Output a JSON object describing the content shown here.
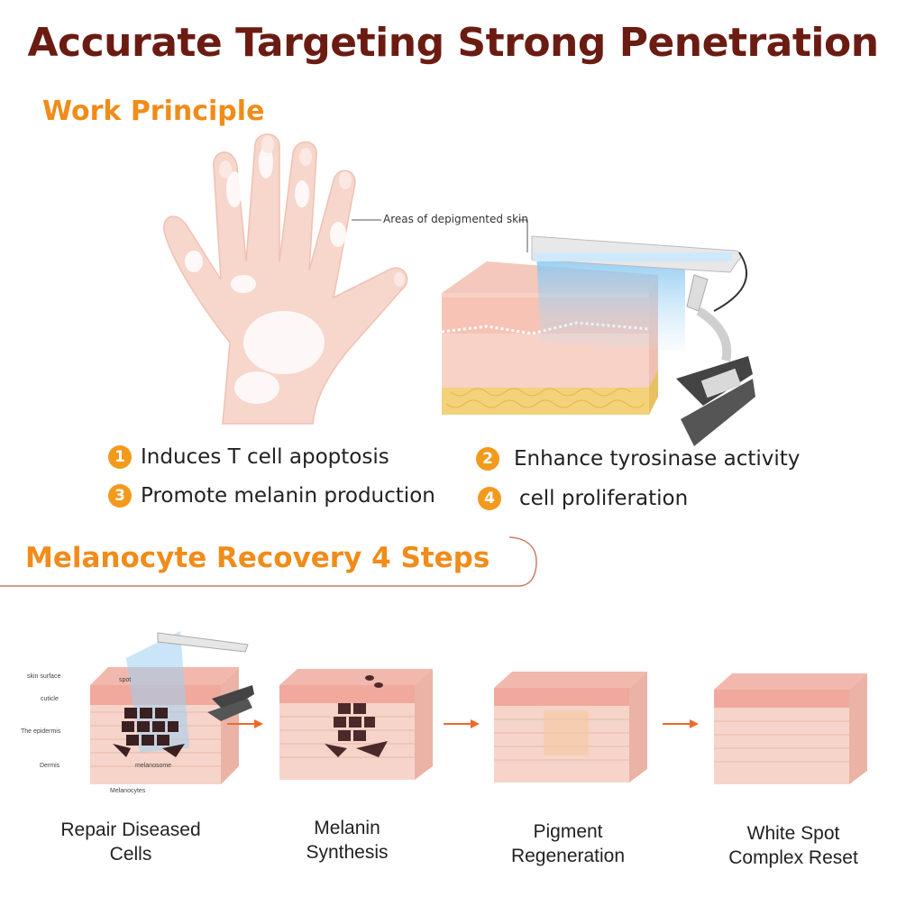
{
  "headline": "Accurate Targeting  Strong Penetration",
  "section": {
    "title": "Work Principle"
  },
  "callout": "Areas of depigmented skin",
  "principles": [
    {
      "num": "1",
      "text": "Induces T cell apoptosis"
    },
    {
      "num": "2",
      "text": "Enhance tyrosinase activity"
    },
    {
      "num": "3",
      "text": "Promote melanin production"
    },
    {
      "num": "4",
      "text": "cell proliferation"
    }
  ],
  "steps": {
    "title": "Melanocyte Recovery 4 Steps",
    "items": [
      {
        "label": "Repair Diseased\nCells"
      },
      {
        "label": "Melanin\nSynthesis"
      },
      {
        "label": "Pigment\nRegeneration"
      },
      {
        "label": "White Spot\nComplex Reset"
      }
    ],
    "annotations": {
      "skin_surface": "skin surface",
      "spot": "spot",
      "cuticle": "cuticle",
      "epidermis": "The epidermis",
      "dermis": "Dermis",
      "melanosome": "melanosome",
      "melanocytes": "Melanocytes"
    }
  },
  "colors": {
    "headline": "#6b1c12",
    "accent": "#f08c1a",
    "badge": "#f39a1d",
    "skin": "#f6c9c0",
    "fat": "#f3d27a",
    "light": "#9fd4f5"
  }
}
